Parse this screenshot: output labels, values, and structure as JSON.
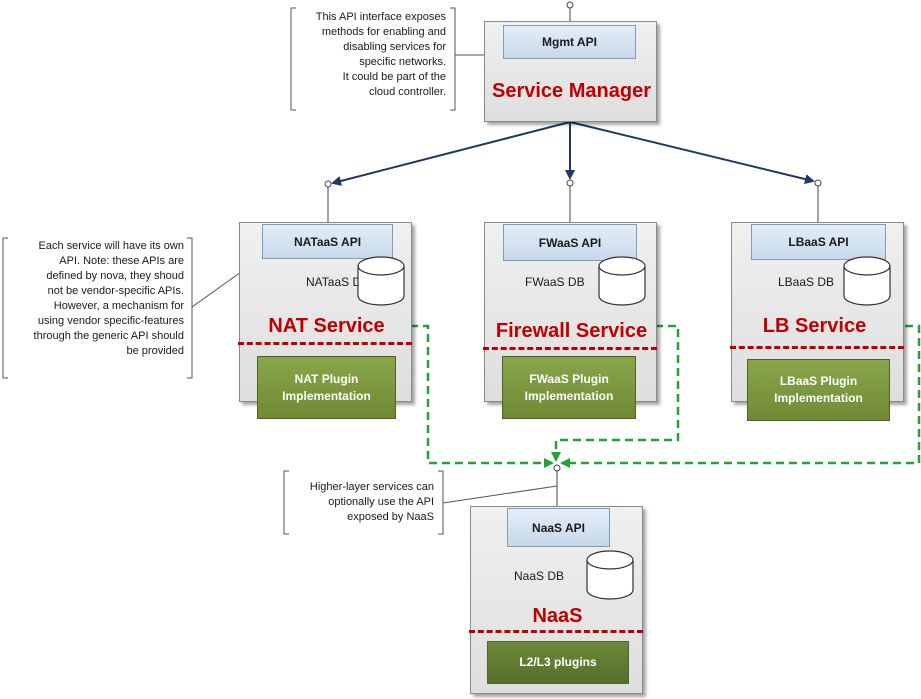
{
  "mgmt": {
    "api_label": "Mgmt API",
    "title": "Service Manager"
  },
  "nat": {
    "api_label": "NATaaS API",
    "db_label": "NATaaS DB",
    "title": "NAT Service",
    "plugin_line1": "NAT Plugin",
    "plugin_line2": "Implementation"
  },
  "fw": {
    "api_label": "FWaaS API",
    "db_label": "FWaaS DB",
    "title": "Firewall Service",
    "plugin_line1": "FWaaS Plugin",
    "plugin_line2": "Implementation"
  },
  "lb": {
    "api_label": "LBaaS API",
    "db_label": "LBaaS DB",
    "title": "LB Service",
    "plugin_line1": "LBaaS Plugin",
    "plugin_line2": "Implementation"
  },
  "naas": {
    "api_label": "NaaS API",
    "db_label": "NaaS DB",
    "title": "NaaS",
    "plugin_label": "L2/L3 plugins"
  },
  "notes": {
    "mgmt": [
      "This API interface exposes",
      "methods for enabling and",
      "disabling services for",
      "specific networks.",
      "It could be part of the",
      "cloud controller."
    ],
    "services": [
      "Each service will have its own",
      "API. Note: these APIs are",
      "defined by nova, they shoud",
      "not be vendor-specific APIs.",
      "However, a mechanism for",
      "using vendor specific-features",
      "through the generic API should",
      "be provided"
    ],
    "naas": [
      "Higher-layer services can",
      "optionally use the API",
      "exposed by NaaS"
    ]
  },
  "colors": {
    "title_red": "#c00000",
    "arrow_navy": "#1f3864",
    "green_dash": "#22a33a",
    "plugin_green": "#76923c"
  }
}
